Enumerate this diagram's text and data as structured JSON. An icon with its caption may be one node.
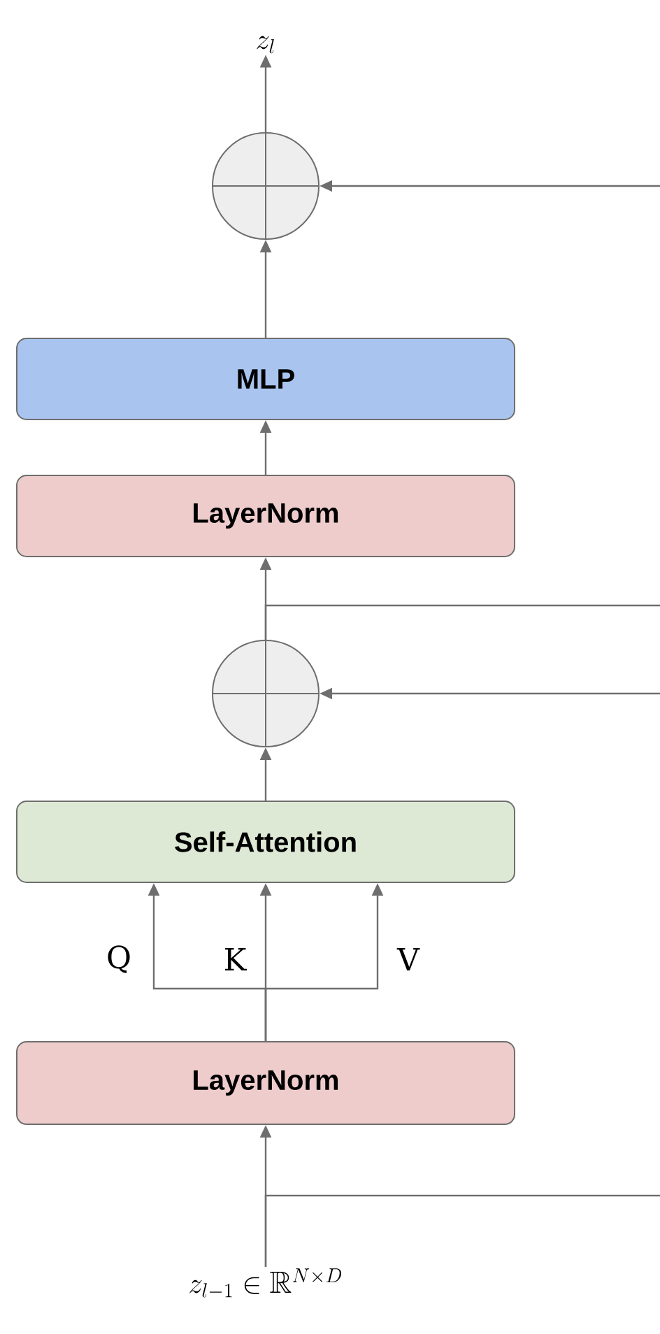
{
  "diagram": {
    "nodes": [
      {
        "text": [
          "z_{l}"
        ]
      },
      {
        "text": [],
        "shape": "circle"
      },
      {
        "text": [
          "MLP"
        ]
      },
      {
        "text": [
          "LayerNorm"
        ]
      },
      {
        "text": [],
        "shape": "circle"
      },
      {
        "text": [
          "Self-Attention"
        ]
      },
      {
        "text": [
          "LayerNorm"
        ]
      },
      {
        "text": [
          "z_{l-1} \\in \\mathbb{R}^{N \\times D}"
        ]
      }
    ],
    "edges": [
      {
        "from": 1,
        "to": 0,
        "arrow": "to"
      },
      {
        "from": 2,
        "to": 1,
        "arrow": "to"
      },
      {
        "from": 3,
        "to": 2,
        "arrow": "to"
      },
      {
        "from": 4,
        "to": 3,
        "arrow": "to"
      },
      {
        "from": 5,
        "to": 4,
        "arrow": "to"
      },
      {
        "from": 6,
        "to": 5,
        "arrow": "to",
        "label": "Q"
      },
      {
        "from": 6,
        "to": 5,
        "arrow": "to",
        "label": "K"
      },
      {
        "from": 6,
        "to": 5,
        "arrow": "to",
        "label": "V"
      },
      {
        "from": 7,
        "to": 6,
        "arrow": "to"
      },
      {
        "from": null,
        "to": 1,
        "arrow": "to"
      },
      {
        "from": 4,
        "to": null,
        "arrow": "none"
      },
      {
        "from": null,
        "to": 4,
        "arrow": "to"
      },
      {
        "from": 7,
        "to": null,
        "arrow": "none"
      }
    ]
  }
}
